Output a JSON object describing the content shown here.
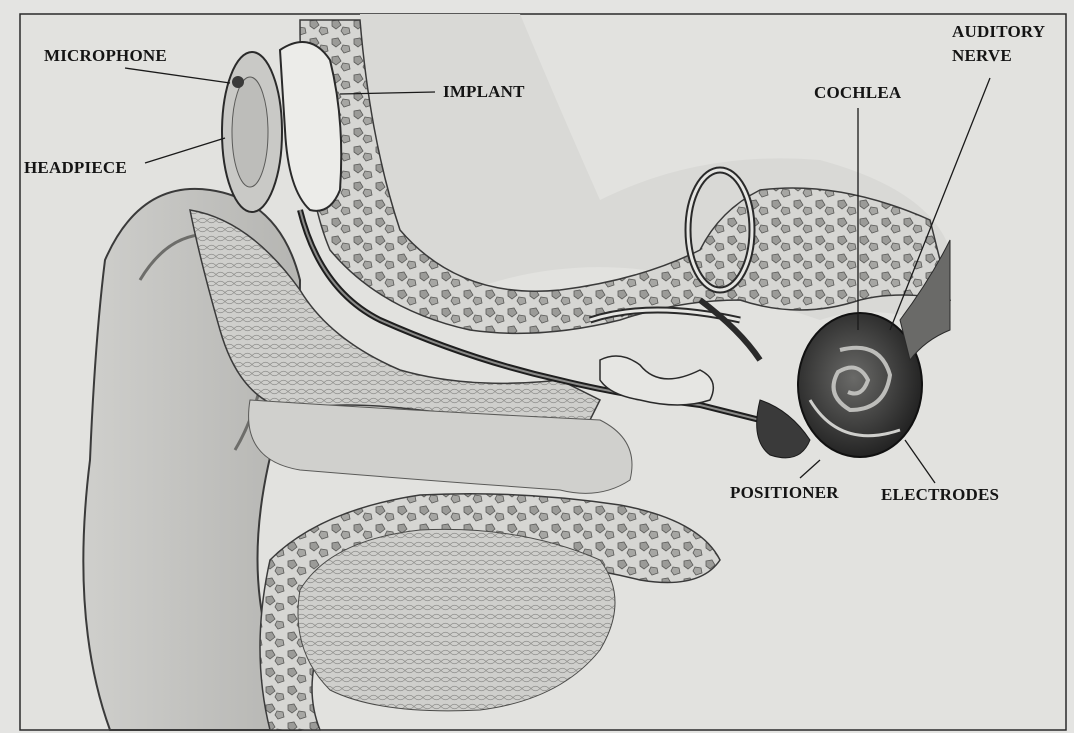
{
  "labels": {
    "microphone": "MICROPHONE",
    "headpiece": "HEADPIECE",
    "implant": "IMPLANT",
    "cochlea": "COCHLEA",
    "auditory_nerve_line1": "AUDITORY",
    "auditory_nerve_line2": "NERVE",
    "positioner": "POSITIONER",
    "electrodes": "ELECTRODES"
  },
  "colors": {
    "paper": "#e4e4e2",
    "ink": "#141414",
    "tissue_light": "#d2d2d0",
    "tissue_mid": "#a9a9a6",
    "tissue_dark": "#4a4a48"
  }
}
